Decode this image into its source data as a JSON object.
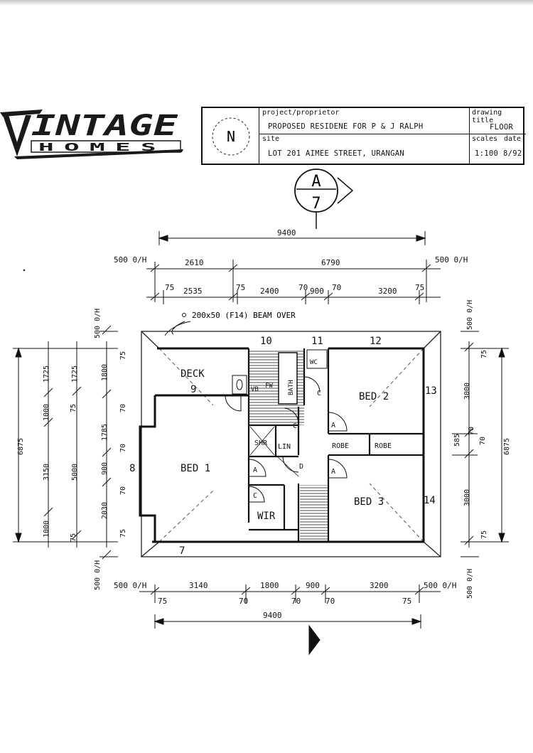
{
  "logo": {
    "brand_top": "INTAGE",
    "brand_bottom": "HOMES"
  },
  "north_label": "N",
  "title_block": {
    "project_label": "project/proprietor",
    "project_value": "PROPOSED RESIDENE FOR P & J RALPH",
    "site_label": "site",
    "site_value": "LOT 201 AIMEE STREET, URANGAN",
    "drawing_title_label": "drawing title",
    "drawing_title_value": "FLOOR",
    "scales_label": "scales",
    "date_label": "date",
    "scale_value": "1:100",
    "date_value": "8/92"
  },
  "section_marker": {
    "top": "A",
    "bottom": "7"
  },
  "dims_top": {
    "overall": "9400",
    "overhang_left": "500 0/H",
    "overhang_right": "500 0/H",
    "row2": [
      "2610",
      "6790"
    ],
    "row3": [
      "75",
      "2535",
      "75",
      "2400",
      "70",
      "900",
      "70",
      "3200",
      "75"
    ]
  },
  "beam_note": "200x50 (F14) BEAM OVER",
  "dims_bottom": {
    "overhang_left": "500 0/H",
    "overhang_right": "500 0/H",
    "row1": [
      "3140",
      "1800",
      "900",
      "3200"
    ],
    "row2": [
      "75",
      "70",
      "70",
      "70",
      "75"
    ],
    "overall": "9400"
  },
  "dims_left": {
    "overhang_top": "500 0/H",
    "overhang_bottom": "500 0/H",
    "overall": "6875",
    "col1": [
      "1725",
      "1000",
      "3150",
      "1000"
    ],
    "col2": [
      "1725",
      "75",
      "5000",
      "75"
    ],
    "col3": [
      "1800",
      "1785",
      "900",
      "2030"
    ],
    "col4": [
      "75",
      "70",
      "70",
      "70",
      "75"
    ]
  },
  "dims_right": {
    "overhang_top": "500 0/H",
    "overhang_bottom": "500 0/H",
    "overall": "6875",
    "col1": [
      "75",
      "3000",
      "70",
      "70",
      "3000",
      "75"
    ],
    "col2": [
      "585"
    ]
  },
  "rooms": {
    "deck": "DECK",
    "bed1": "BED 1",
    "bed2": "BED 2",
    "bed3": "BED 3",
    "wir": "WIR",
    "bath": "BATH",
    "wc": "WC",
    "shr": "SHR",
    "lin": "LIN",
    "robe1": "ROBE",
    "robe2": "ROBE",
    "vb": "VB",
    "fw": "FW"
  },
  "door_tags": [
    "C",
    "C",
    "A",
    "A",
    "A",
    "C",
    "D"
  ],
  "wall_numbers": [
    "10",
    "11",
    "12",
    "13",
    "14",
    "7",
    "8",
    "9"
  ]
}
